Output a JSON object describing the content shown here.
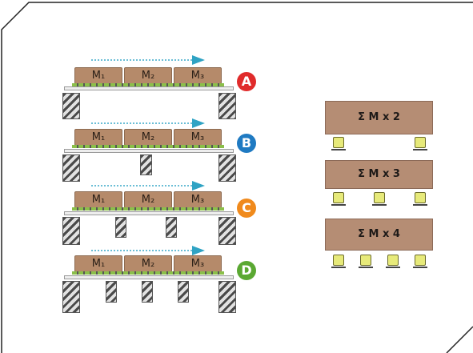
{
  "colors": {
    "box": "#b58a6a",
    "arrow": "#3aa8c8",
    "A": "#e02b2b",
    "B": "#1f7ac2",
    "C": "#f08a1c",
    "D": "#5aa832",
    "support": "#e7ea7a"
  },
  "rows": [
    {
      "badge": "A",
      "boxes": [
        "M₁",
        "M₂",
        "M₃"
      ]
    },
    {
      "badge": "B",
      "boxes": [
        "M₁",
        "M₂",
        "M₃"
      ]
    },
    {
      "badge": "C",
      "boxes": [
        "M₁",
        "M₂",
        "M₃"
      ]
    },
    {
      "badge": "D",
      "boxes": [
        "M₁",
        "M₂",
        "M₃"
      ]
    }
  ],
  "totals": [
    {
      "label": "Σ M x 2",
      "supports": 2
    },
    {
      "label": "Σ M x 3",
      "supports": 3
    },
    {
      "label": "Σ M x 4",
      "supports": 4
    }
  ]
}
